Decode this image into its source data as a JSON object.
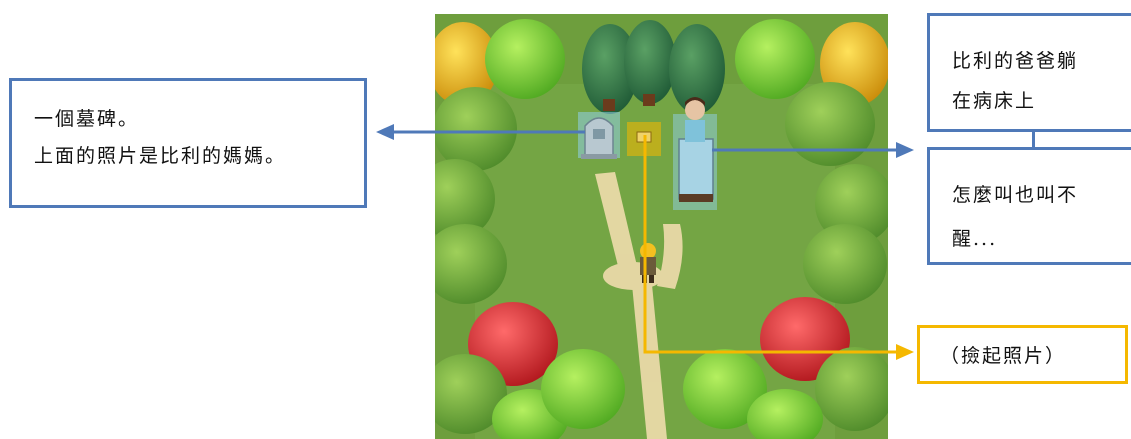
{
  "callouts": {
    "tombstone": {
      "line1": "一個墓碑。",
      "line2": "上面的照片是比利的媽媽。"
    },
    "father_top": {
      "line1": "比利的爸爸躺",
      "line2": "在病床上"
    },
    "father_bottom": {
      "line1": "怎麼叫也叫不",
      "line2": "醒..."
    },
    "pickup": {
      "text": "（撿起照片）"
    }
  },
  "colors": {
    "blue": "#4f79b8",
    "gold": "#f5b800",
    "grass": "#6e9e3d",
    "path": "#e9d9a8"
  },
  "icons": {
    "tombstone": "tombstone-icon",
    "photo": "photo-item-icon",
    "bed": "hospital-bed-icon",
    "father": "father-sprite-icon",
    "player": "player-sprite-icon"
  }
}
